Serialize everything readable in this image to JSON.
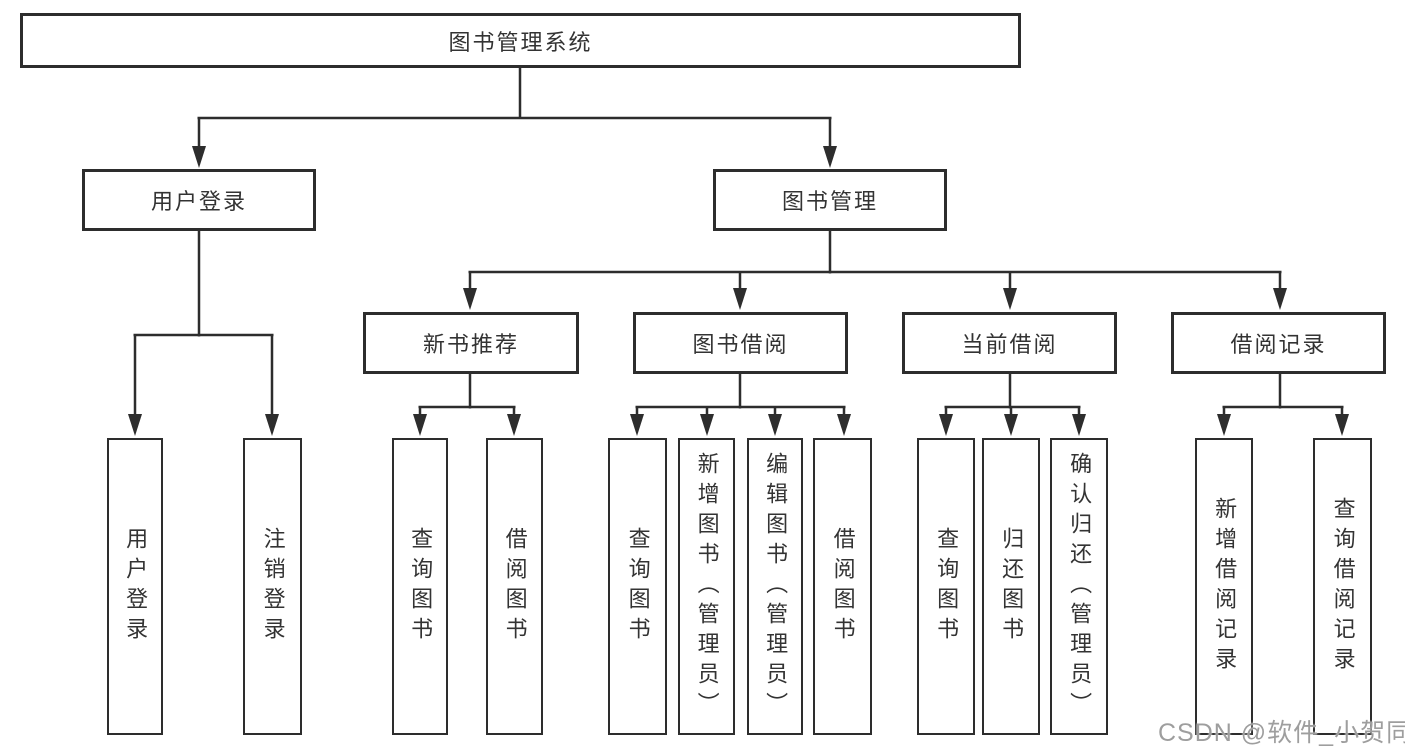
{
  "diagram_title": "图书管理系统",
  "nodes": {
    "root": "图书管理系统",
    "user_login": "用户登录",
    "book_mgmt": "图书管理",
    "new_book_rec": "新书推荐",
    "book_borrow": "图书借阅",
    "current_borrow": "当前借阅",
    "borrow_records": "借阅记录",
    "ul_user_login": "用户登录",
    "ul_logout": "注销登录",
    "nb_query_books": "查询图书",
    "nb_borrow_books": "借阅图书",
    "bb_query_books": "查询图书",
    "bb_add_books": "新增图书（管理员）",
    "bb_edit_books": "编辑图书（管理员）",
    "bb_borrow_books": "借阅图书",
    "cb_query_books": "查询图书",
    "cb_return_books": "归还图书",
    "cb_confirm_return": "确认归还（管理员）",
    "br_add_record": "新增借阅记录",
    "br_query_record": "查询借阅记录"
  },
  "watermark": "CSDN @软件_小贺同学",
  "colors": {
    "line": "#2d2d2d",
    "text": "#333333",
    "box_fill": "#ffffff",
    "watermark": "#9e9e9e",
    "background": "#ffffff"
  }
}
